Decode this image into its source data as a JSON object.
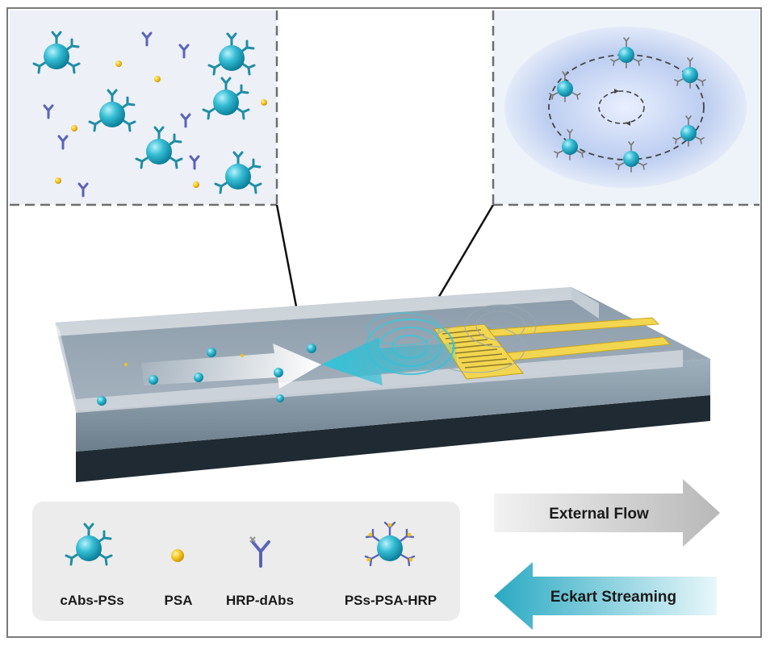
{
  "legend": {
    "items": [
      {
        "label": "cAbs-PSs"
      },
      {
        "label": "PSA"
      },
      {
        "label": "HRP-dAbs"
      },
      {
        "label": "PSs-PSA-HRP"
      }
    ]
  },
  "arrows": {
    "external_flow": "External Flow",
    "eckart_streaming": "Eckart Streaming"
  },
  "colors": {
    "particle": "#2bb3cc",
    "antibody": "#5a63b8",
    "psa": "#f2c21b",
    "electrode": "#f3d650",
    "streaming": "#3fb4c8",
    "flow_arrow": "#c9c9c9"
  }
}
